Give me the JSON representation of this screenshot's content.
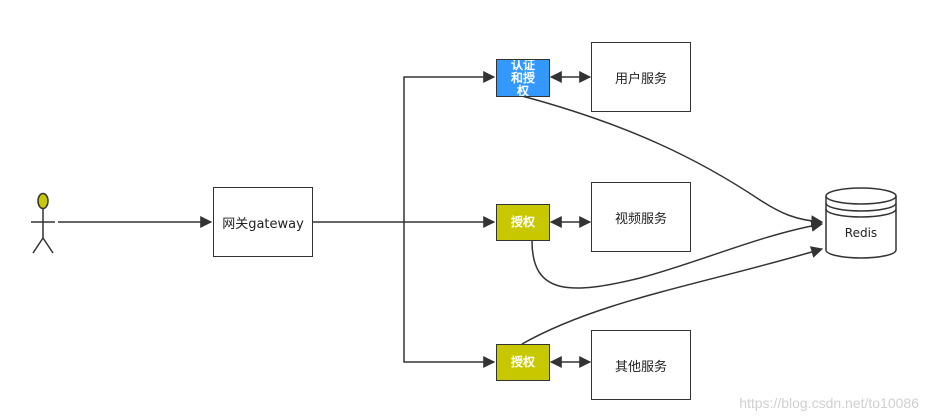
{
  "nodes": {
    "gateway": "网关gateway",
    "auth_full": "认证和授权",
    "auth_video": "授权",
    "auth_other": "授权",
    "user_service": "用户服务",
    "video_service": "视频服务",
    "other_service": "其他服务",
    "redis": "Redis"
  },
  "colors": {
    "auth_full_fill": "#3399ff",
    "auth_fill": "#c8c800",
    "actor_head": "#c8c800",
    "stroke": "#333333"
  },
  "watermark": "https://blog.csdn.net/to10086"
}
